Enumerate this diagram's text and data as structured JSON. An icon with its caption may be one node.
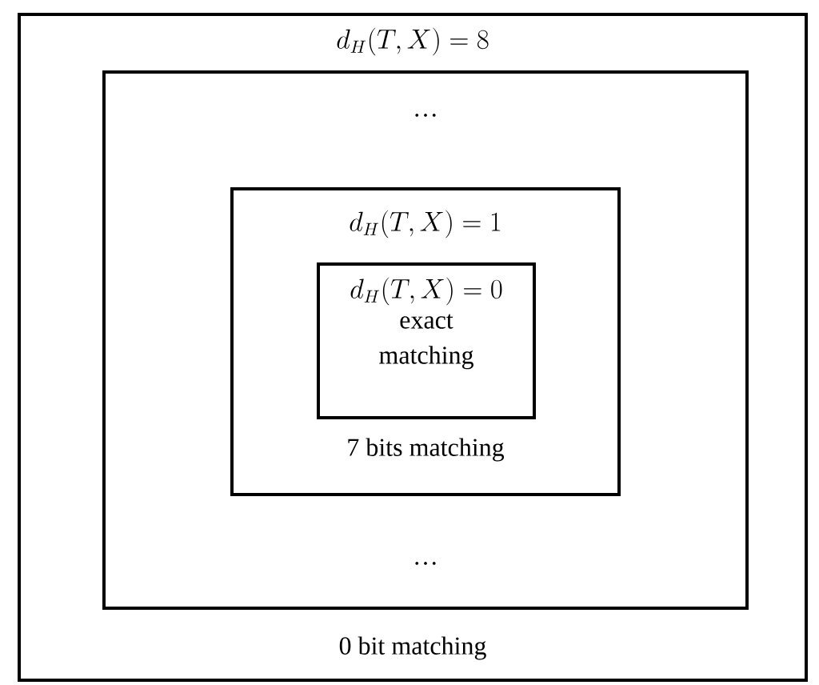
{
  "diagram": {
    "nodes": [
      {
        "text": [
          "d_H(T,X) = 8",
          "0 bit matching"
        ]
      },
      {
        "text": [
          "…",
          "…"
        ],
        "in": 0
      },
      {
        "text": [
          "d_H(T,X) = 1",
          "7 bits matching"
        ],
        "in": 1
      },
      {
        "text": [
          "d_H(T,X) = 0",
          "exact matching"
        ],
        "in": 2
      }
    ]
  }
}
